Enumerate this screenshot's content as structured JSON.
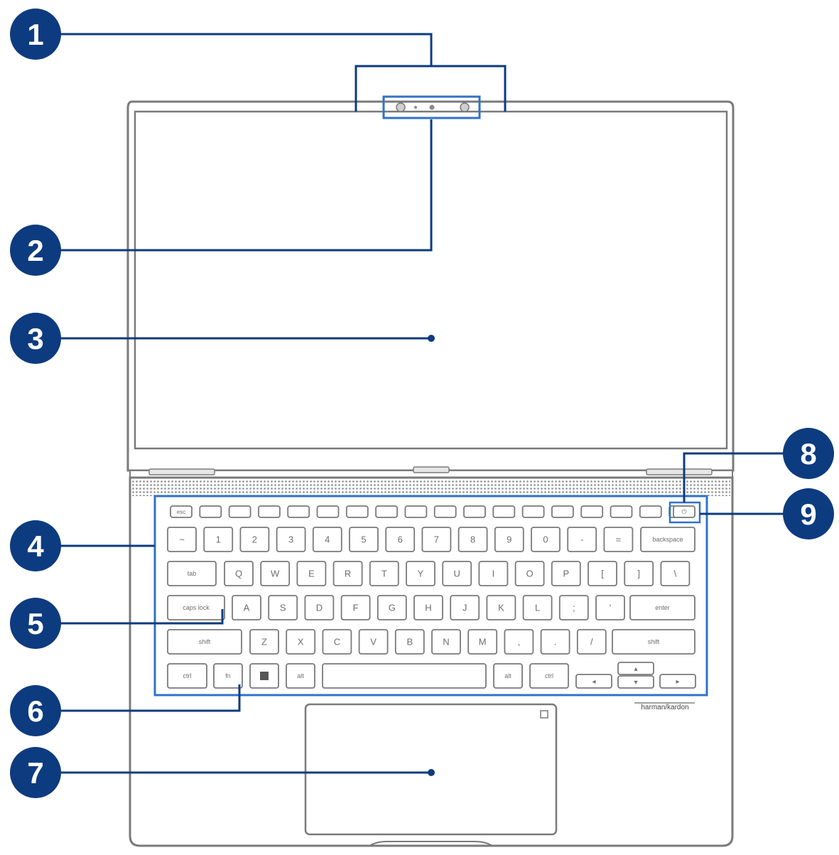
{
  "colors": {
    "callout": "#0d3b80",
    "outline": "#7a7a7a",
    "keyboard_frame": "#2f73c9"
  },
  "callouts": [
    {
      "number": "1"
    },
    {
      "number": "2"
    },
    {
      "number": "3"
    },
    {
      "number": "4"
    },
    {
      "number": "5"
    },
    {
      "number": "6"
    },
    {
      "number": "7"
    },
    {
      "number": "8"
    },
    {
      "number": "9"
    }
  ],
  "keyboard": {
    "fn_row": [
      "esc",
      "",
      "",
      "",
      "",
      "",
      "",
      "",
      "",
      "",
      "",
      "",
      "",
      "",
      "",
      "",
      "",
      ""
    ],
    "number_row": [
      "~",
      "1",
      "2",
      "3",
      "4",
      "5",
      "6",
      "7",
      "8",
      "9",
      "0",
      "-",
      "=",
      "backspace"
    ],
    "top_row": [
      "tab",
      "Q",
      "W",
      "E",
      "R",
      "T",
      "Y",
      "U",
      "I",
      "O",
      "P",
      "[",
      "]",
      "\\"
    ],
    "home_row": [
      "caps lock",
      "A",
      "S",
      "D",
      "F",
      "G",
      "H",
      "J",
      "K",
      "L",
      ";",
      "'",
      "enter"
    ],
    "bottom_row": [
      "shift",
      "Z",
      "X",
      "C",
      "V",
      "B",
      "N",
      "M",
      ",",
      ".",
      "/",
      "shift"
    ],
    "space_row": [
      "ctrl",
      "fn",
      "win",
      "alt",
      "",
      "alt",
      "ctrl"
    ]
  },
  "speaker_brand": "harman/kardon"
}
